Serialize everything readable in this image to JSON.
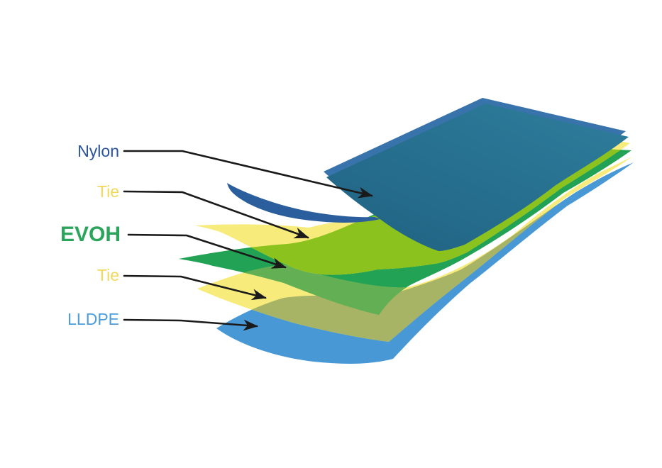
{
  "figure": {
    "type": "multilayer-film-structure-diagram",
    "background": "#ffffff",
    "labels": [
      {
        "id": "nylon",
        "text": "Nylon",
        "color": "#2A549B"
      },
      {
        "id": "tie-upper",
        "text": "Tie",
        "color": "#F0D95A"
      },
      {
        "id": "evoh",
        "text": "EVOH",
        "color": "#2BA55C"
      },
      {
        "id": "tie-lower",
        "text": "Tie",
        "color": "#F0D95A"
      },
      {
        "id": "lldpe",
        "text": "LLDPE",
        "color": "#4D9DDA"
      }
    ],
    "colors": {
      "nylon_surface_light": "#2C7A99",
      "nylon_surface_dark": "#226585",
      "nylon_edge_rim": "#3973AB",
      "nylon_curl": "#2B5E9C",
      "fold_shadow": "#1F6080",
      "tie_film": "#F7EC7B",
      "tie_over_evoh": "#8CC21E",
      "evoh_film": "#22A254",
      "evoh_over_tie": "#63B054",
      "tie_over_lldpe": "#A8B465",
      "lldpe_film": "#4898D5",
      "leader_line": "#1A1A1A"
    }
  }
}
